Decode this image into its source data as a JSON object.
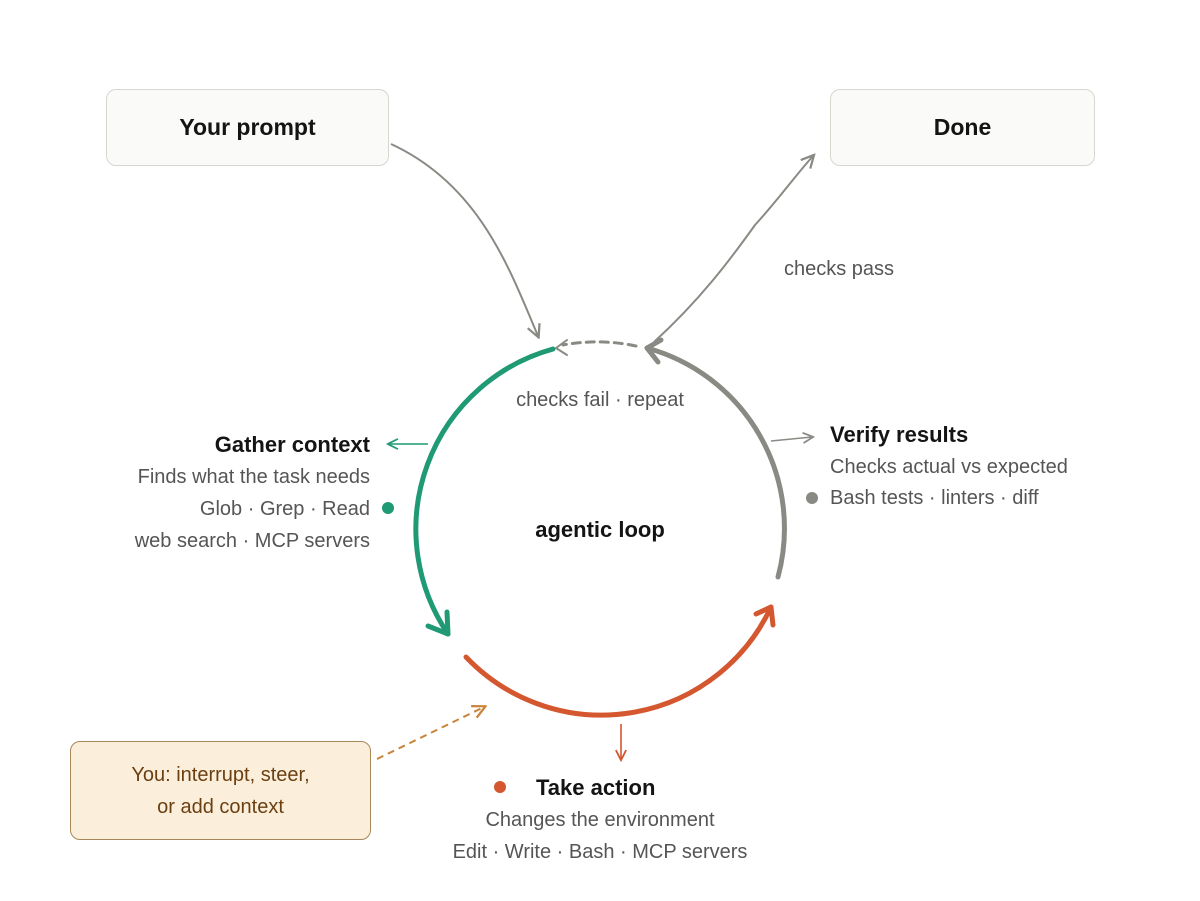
{
  "nodes": {
    "prompt": "Your prompt",
    "done": "Done",
    "interrupt_line1": "You: interrupt, steer,",
    "interrupt_line2": "or add context"
  },
  "center_label": "agentic loop",
  "edges": {
    "checks_pass": "checks pass",
    "checks_fail": "checks fail · repeat"
  },
  "gather": {
    "title": "Gather context",
    "desc": "Finds what the task needs",
    "tools_1": "Glob · Grep · Read",
    "tools_2": "web search · MCP servers"
  },
  "verify": {
    "title": "Verify results",
    "desc": "Checks actual vs expected",
    "tools": "Bash tests · linters · diff"
  },
  "action": {
    "title": "Take action",
    "desc": "Changes the environment",
    "tools": "Edit · Write · Bash · MCP servers"
  },
  "colors": {
    "gather": "#1f9a74",
    "verify": "#8a8a84",
    "action": "#d4572f",
    "connector": "#8a8a84",
    "interrupt_border": "#a8875a",
    "interrupt_fill": "#fbefdc",
    "interrupt_arrow": "#c8843a"
  }
}
